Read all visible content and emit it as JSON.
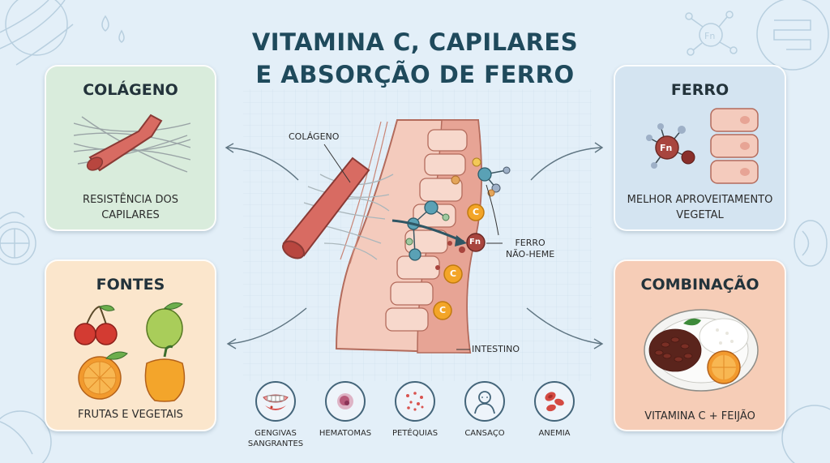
{
  "title_line1": "VITAMINA C, CAPILARES",
  "title_line2": "E ABSORÇÃO DE FERRO",
  "cards": {
    "colageno": {
      "title": "COLÁGENO",
      "text_line1": "RESISTÊNCIA DOS",
      "text_line2": "CAPILARES"
    },
    "fontes": {
      "title": "FONTES",
      "text": "FRUTAS E VEGETAIS"
    },
    "ferro": {
      "title": "FERRO",
      "text_line1": "MELHOR APROVEITAMENTO",
      "text_line2": "VEGETAL"
    },
    "combinacao": {
      "title": "COMBINAÇÃO",
      "text": "VITAMINA C + FEIJÃO"
    }
  },
  "center_labels": {
    "colageno": "COLÁGENO",
    "ferro_line1": "FERRO",
    "ferro_line2": "NÃO-HEME",
    "intestino": "INTESTINO",
    "c_symbol": "C",
    "fn_symbol": "Fn"
  },
  "symptoms": [
    {
      "label_line1": "GENGIVAS",
      "label_line2": "SANGRANTES"
    },
    {
      "label_line1": "HEMATOMAS",
      "label_line2": ""
    },
    {
      "label_line1": "PETÉQUIAS",
      "label_line2": ""
    },
    {
      "label_line1": "CANSAÇO",
      "label_line2": ""
    },
    {
      "label_line1": "ANEMIA",
      "label_line2": ""
    }
  ],
  "colors": {
    "background": "#e3eff8",
    "title": "#1f4a5c",
    "card_colageno": "#d9ecdc",
    "card_fontes": "#fbe6cc",
    "card_ferro": "#d4e4f1",
    "card_combinacao": "#f6cdb7",
    "vitamin_c": "#f3a528"
  },
  "icons": [
    "fn-molecule-icon",
    "intestine-icon",
    "water-drop-icon",
    "fruit-slice-icon",
    "bean-icon"
  ]
}
